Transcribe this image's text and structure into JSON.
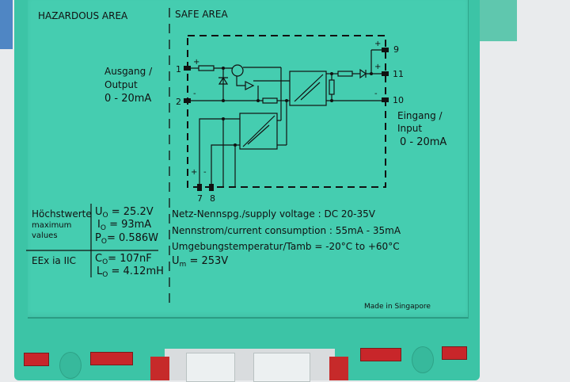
{
  "labels": {
    "hazardous_area": "HAZARDOUS AREA",
    "safe_area": "SAFE AREA",
    "output_line1": "Ausgang /",
    "output_line2": "Output",
    "output_range": "0 - 20mA",
    "input_line1": "Eingang /",
    "input_line2": "Input",
    "input_range": "0 - 20mA",
    "made_in": "Made in Singapore"
  },
  "terminals": [
    "1",
    "2",
    "9",
    "11",
    "10",
    "7",
    "8"
  ],
  "polarity": {
    "plus": "+",
    "minus": "-"
  },
  "max_values": {
    "title_de": "Höchstwerte",
    "title_en_1": "maximum",
    "title_en_2": "values",
    "uo_sym": "U",
    "uo_val": "= 25.2V",
    "io_sym": "I",
    "io_val": "= 93mA",
    "po_sym": "P",
    "po_val": "= 0.586W",
    "sub": "O",
    "protection": "EEx ia IIC",
    "co_sym": "C",
    "co_val": "= 107nF",
    "lo_sym": "L",
    "lo_val": "= 4.12mH"
  },
  "specs": {
    "supply": "Netz-Nennspg./supply voltage : DC 20-35V",
    "consumption": "Nennstrom/current consumption : 55mA - 35mA",
    "temperature": "Umgebungstemperatur/Tamb = -20°C to +60°C",
    "um_sym": "U",
    "um_sub": "m",
    "um_val": "= 253V"
  },
  "colors": {
    "housing": "#45cdb0",
    "latch": "#c8262a",
    "side_module": "#4f86c4"
  }
}
